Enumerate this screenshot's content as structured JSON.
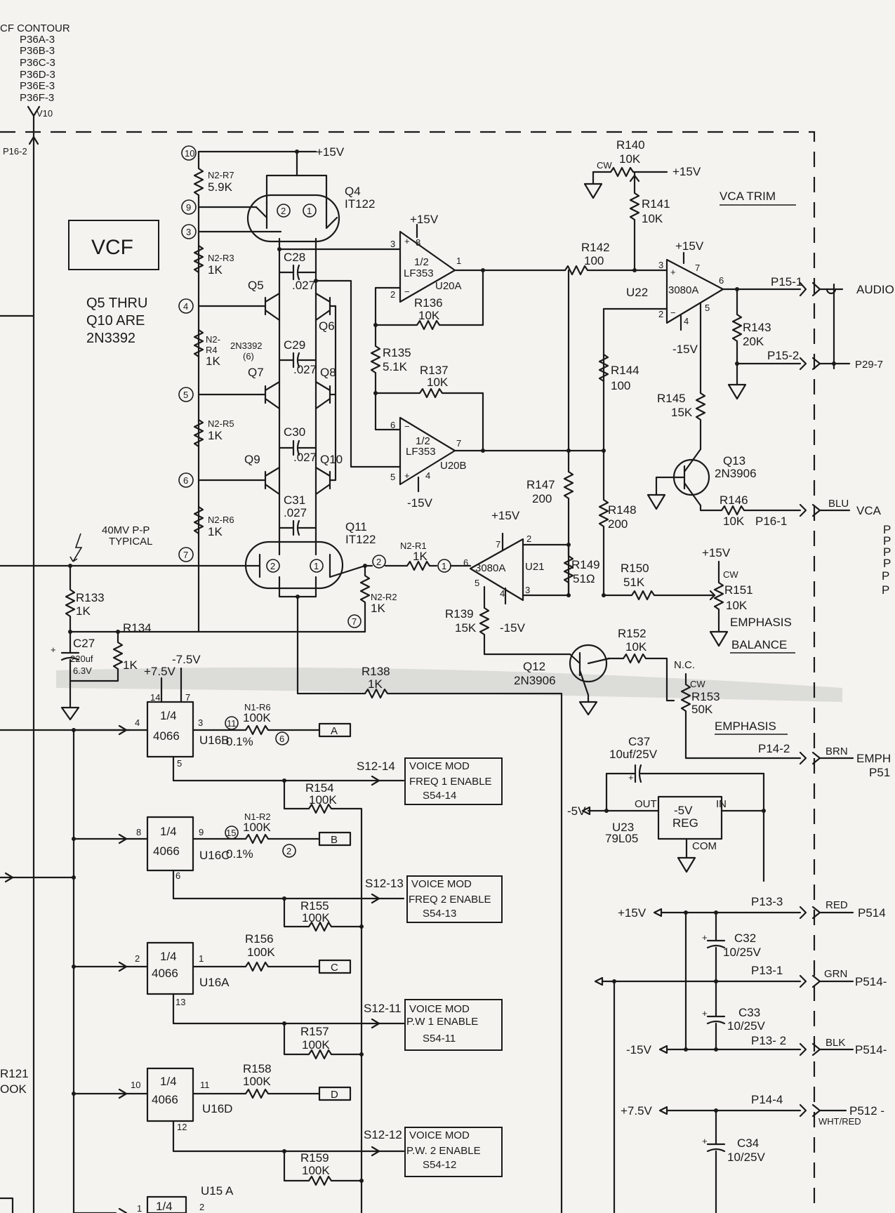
{
  "header": {
    "lines": [
      "CF CONTOUR",
      "P36A-3",
      "P36B-3",
      "P36C-3",
      "P36D-3",
      "P36E-3",
      "P36F-3"
    ],
    "v10": "V10",
    "p16_2": "P16-2"
  },
  "labels": {
    "vcf": "VCF",
    "q5_note": [
      "Q5 THRU",
      "Q10 ARE",
      "2N3392"
    ],
    "vca_trim": "VCA TRIM",
    "mv_note": [
      "40MV P-P",
      "TYPICAL"
    ],
    "emphasis": "EMPHASIS",
    "balance": "BALANCE",
    "emphasis2": "EMPHASIS",
    "nc": "N.C.",
    "cw": "CW"
  },
  "rails": {
    "p15v": "+15V",
    "m15v": "-15V",
    "p75v": "+7.5V",
    "m75v": "-7.5V",
    "m5v": "-5V"
  },
  "resistors": {
    "n2r7": [
      "N2-R7",
      "5.9K"
    ],
    "n2r3": [
      "N2-R3",
      "1K"
    ],
    "n2r4": [
      "N2-",
      "R4",
      "1K"
    ],
    "n2r5": [
      "N2-R5",
      "1K"
    ],
    "n2r6": [
      "N2-R6",
      "1K"
    ],
    "n2r1": [
      "N2-R1",
      "1K"
    ],
    "n2r2": [
      "N2-R2",
      "1K"
    ],
    "r133": [
      "R133",
      "1K"
    ],
    "r134": [
      "R134",
      "1K"
    ],
    "r135": [
      "R135",
      "5.1K"
    ],
    "r136": [
      "R136",
      "10K"
    ],
    "r137": [
      "R137",
      "10K"
    ],
    "r138": [
      "R138",
      "1K"
    ],
    "r139": [
      "R139",
      "15K"
    ],
    "r140": [
      "R140",
      "10K"
    ],
    "r141": [
      "R141",
      "10K"
    ],
    "r142": [
      "R142",
      "100"
    ],
    "r143": [
      "R143",
      "20K"
    ],
    "r144": [
      "R144",
      "100"
    ],
    "r145": [
      "R145",
      "15K"
    ],
    "r146": [
      "R146",
      "10K"
    ],
    "r147": [
      "R147",
      "200"
    ],
    "r148": [
      "R148",
      "200"
    ],
    "r149": [
      "R149",
      "51Ω"
    ],
    "r150": [
      "R150",
      "51K"
    ],
    "r151": [
      "R151",
      "10K"
    ],
    "r152": [
      "R152",
      "10K"
    ],
    "r153": [
      "R153",
      "50K"
    ],
    "r154": [
      "R154",
      "100K"
    ],
    "r155": [
      "R155",
      "100K"
    ],
    "r156": [
      "R156",
      "100K"
    ],
    "r157": [
      "R157",
      "100K"
    ],
    "r158": [
      "R158",
      "100K"
    ],
    "r159": [
      "R159",
      "100K"
    ],
    "n1r6": [
      "N1-R6",
      "100K",
      "0.1%"
    ],
    "n1r2": [
      "N1-R2",
      "100K",
      "0.1%"
    ],
    "r121": [
      "R121",
      "OOK"
    ]
  },
  "capacitors": {
    "c27": [
      "C27",
      "220uf",
      "6.3V"
    ],
    "c28": [
      "C28",
      ".027"
    ],
    "c29": [
      "C29",
      ".027"
    ],
    "c30": [
      "C30",
      ".027"
    ],
    "c31": [
      "C31",
      ".027"
    ],
    "c32": [
      "C32",
      "10/25V"
    ],
    "c33": [
      "C33",
      "10/25V"
    ],
    "c34": [
      "C34",
      "10/25V"
    ],
    "c37": [
      "C37",
      "10uf/25V"
    ]
  },
  "transistors": {
    "q4": [
      "Q4",
      "IT122"
    ],
    "q11": [
      "Q11",
      "IT122"
    ],
    "q5": "Q5",
    "q6": "Q6",
    "q7": "Q7",
    "q8": "Q8",
    "q9": "Q9",
    "q10": "Q10",
    "q6note": [
      "2N3392",
      "(6)"
    ],
    "q12": [
      "Q12",
      "2N3906"
    ],
    "q13": [
      "Q13",
      "2N3906"
    ]
  },
  "ics": {
    "u20a": [
      "1/2",
      "LF353",
      "U20A"
    ],
    "u20b": [
      "1/2",
      "LF353",
      "U20B"
    ],
    "u22": [
      "U22",
      "3080A"
    ],
    "u21": [
      "3080A",
      "U21"
    ],
    "u23": [
      "-5V",
      "REG",
      "OUT",
      "IN",
      "COM",
      "U23",
      "79L05"
    ],
    "u16b": [
      "1/4",
      "4066",
      "U16B"
    ],
    "u16c": [
      "1/4",
      "4066",
      "U16C"
    ],
    "u16a": [
      "1/4",
      "4066",
      "U16A"
    ],
    "u16d": [
      "1/4",
      "4066",
      "U16D"
    ],
    "u15a": [
      "U15 A",
      "1/4"
    ]
  },
  "nodes": [
    "10",
    "9",
    "3",
    "4",
    "5",
    "6",
    "7",
    "2",
    "1",
    "11",
    "15"
  ],
  "connectors": {
    "p15_1": "P15-1",
    "p15_2": "P15-2",
    "audio": "AUDIO",
    "p29_7": "P29-7",
    "p16_1": "P16-1",
    "blu": "BLU",
    "vca": "VCA",
    "p14_2": "P14-2",
    "brn": "BRN",
    "emph": "EMPH",
    "p51": "P51",
    "p13_3": "P13-3",
    "red": "RED",
    "p514": "P514",
    "p13_1": "P13-1",
    "grn": "GRN",
    "p514b": "P514-",
    "p13_2": "P13- 2",
    "blk": "BLK",
    "p514c": "P514-",
    "p14_4": "P14-4",
    "p512": "P512 -",
    "whtred": "WHT/RED",
    "right_p": [
      "P",
      "P",
      "P",
      "P",
      "P",
      "P"
    ]
  },
  "tags": {
    "a": "A",
    "b": "B",
    "c": "C",
    "d": "D"
  },
  "voice_mod": [
    {
      "sig": "S12-14",
      "l1": "VOICE  MOD",
      "l2": "FREQ 1 ENABLE",
      "l3": "S54-14"
    },
    {
      "sig": "S12-13",
      "l1": "VOICE  MOD",
      "l2": "FREQ 2 ENABLE",
      "l3": "S54-13"
    },
    {
      "sig": "S12-11",
      "l1": "VOICE  MOD",
      "l2": "P.W 1 ENABLE",
      "l3": "S54-11"
    },
    {
      "sig": "S12-12",
      "l1": "VOICE  MOD",
      "l2": "P.W. 2 ENABLE",
      "l3": "S54-12"
    }
  ],
  "pins": {
    "u20a": [
      "3",
      "8",
      "1",
      "2"
    ],
    "u20b": [
      "6",
      "7",
      "5",
      "4"
    ],
    "u22": [
      "3",
      "7",
      "6",
      "2",
      "4",
      "5"
    ],
    "u21": [
      "6",
      "2",
      "7",
      "5",
      "4",
      "3"
    ],
    "u16b": [
      "14",
      "7",
      "4",
      "3",
      "5"
    ],
    "u16c": [
      "8",
      "9",
      "6"
    ],
    "u16a": [
      "2",
      "1",
      "13"
    ],
    "u16d": [
      "10",
      "11",
      "12"
    ],
    "u15a": [
      "1",
      "2"
    ]
  }
}
